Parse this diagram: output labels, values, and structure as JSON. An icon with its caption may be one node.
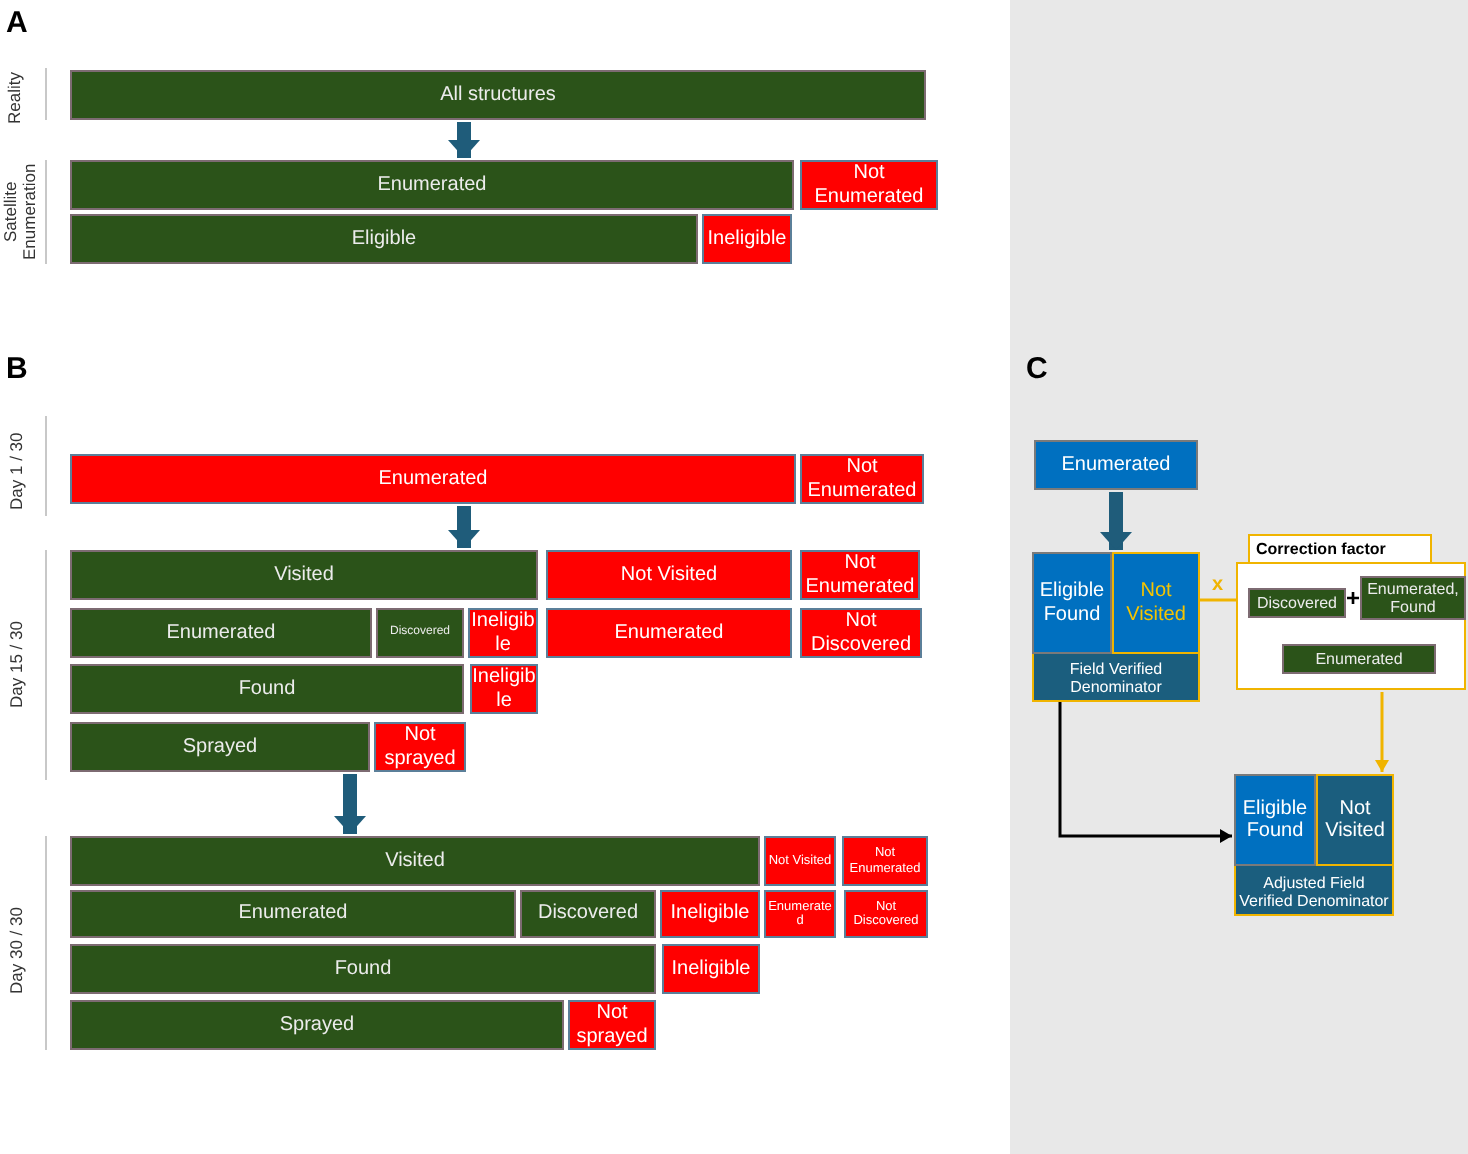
{
  "diagram": {
    "nodes": [
      {
        "text": [
          "All structures"
        ]
      },
      {
        "text": [
          "Enumerated"
        ]
      },
      {
        "text": [
          "Not Enumerated"
        ]
      },
      {
        "text": [
          "Eligible"
        ]
      },
      {
        "text": [
          "Ineligible"
        ]
      },
      {
        "text": [
          "Enumerated"
        ]
      },
      {
        "text": [
          "Not Enumerated"
        ]
      },
      {
        "text": [
          "Visited"
        ]
      },
      {
        "text": [
          "Not Visited"
        ]
      },
      {
        "text": [
          "Not Enumerated"
        ]
      },
      {
        "text": [
          "Enumerated"
        ]
      },
      {
        "text": [
          "Discovered"
        ]
      },
      {
        "text": [
          "Ineligible"
        ]
      },
      {
        "text": [
          "Enumerated"
        ]
      },
      {
        "text": [
          "Not Discovered"
        ]
      },
      {
        "text": [
          "Found"
        ]
      },
      {
        "text": [
          "Ineligible"
        ]
      },
      {
        "text": [
          "Sprayed"
        ]
      },
      {
        "text": [
          "Not sprayed"
        ]
      },
      {
        "text": [
          "Visited"
        ]
      },
      {
        "text": [
          "Not Visited"
        ]
      },
      {
        "text": [
          "Not Enumerated"
        ]
      },
      {
        "text": [
          "Enumerated"
        ]
      },
      {
        "text": [
          "Discovered"
        ]
      },
      {
        "text": [
          "Ineligible"
        ]
      },
      {
        "text": [
          "Enumerated"
        ]
      },
      {
        "text": [
          "Not Discovered"
        ]
      },
      {
        "text": [
          "Found"
        ]
      },
      {
        "text": [
          "Ineligible"
        ]
      },
      {
        "text": [
          "Sprayed"
        ]
      },
      {
        "text": [
          "Not sprayed"
        ]
      },
      {
        "text": [
          "Enumerated"
        ]
      },
      {
        "text": [
          "Field Verified Denominator"
        ]
      },
      {
        "text": [
          "Eligible Found"
        ],
        "in": 32
      },
      {
        "text": [
          "Not Visited"
        ],
        "in": 32
      },
      {
        "text": [
          "Correction factor"
        ]
      },
      {
        "text": [
          "Discovered"
        ],
        "in": 35
      },
      {
        "text": [
          "Enumerated, Found"
        ],
        "in": 35
      },
      {
        "text": [
          "Enumerated"
        ],
        "in": 35
      },
      {
        "text": [
          "Adjusted Field Verified Denominator"
        ]
      },
      {
        "text": [
          "Eligible Found"
        ],
        "in": 39
      },
      {
        "text": [
          "Not Visited"
        ],
        "in": 39
      }
    ],
    "edges": [
      {
        "from": 0,
        "to": 1,
        "arrow": "to",
        "color": "#1f5c7a"
      },
      {
        "from": 5,
        "to": 7,
        "arrow": "to",
        "color": "#1f5c7a"
      },
      {
        "from": 17,
        "to": 19,
        "arrow": "to",
        "color": "#1f5c7a"
      },
      {
        "from": 31,
        "to": 32,
        "arrow": "to",
        "color": "#1f5c7a"
      },
      {
        "from": 34,
        "to": 35,
        "arrow": "none",
        "label": "x",
        "color": "#f0b400"
      },
      {
        "from": 35,
        "to": 41,
        "arrow": "to",
        "color": "#f0b400"
      },
      {
        "from": 32,
        "to": 40,
        "arrow": "to",
        "color": "#000000"
      }
    ],
    "labels": [
      "A",
      "Reality",
      "Satellite Enumeration",
      "B",
      "Day 1 / 30",
      "Day 15 / 30",
      "Day 30 / 30",
      "C",
      "+"
    ]
  }
}
